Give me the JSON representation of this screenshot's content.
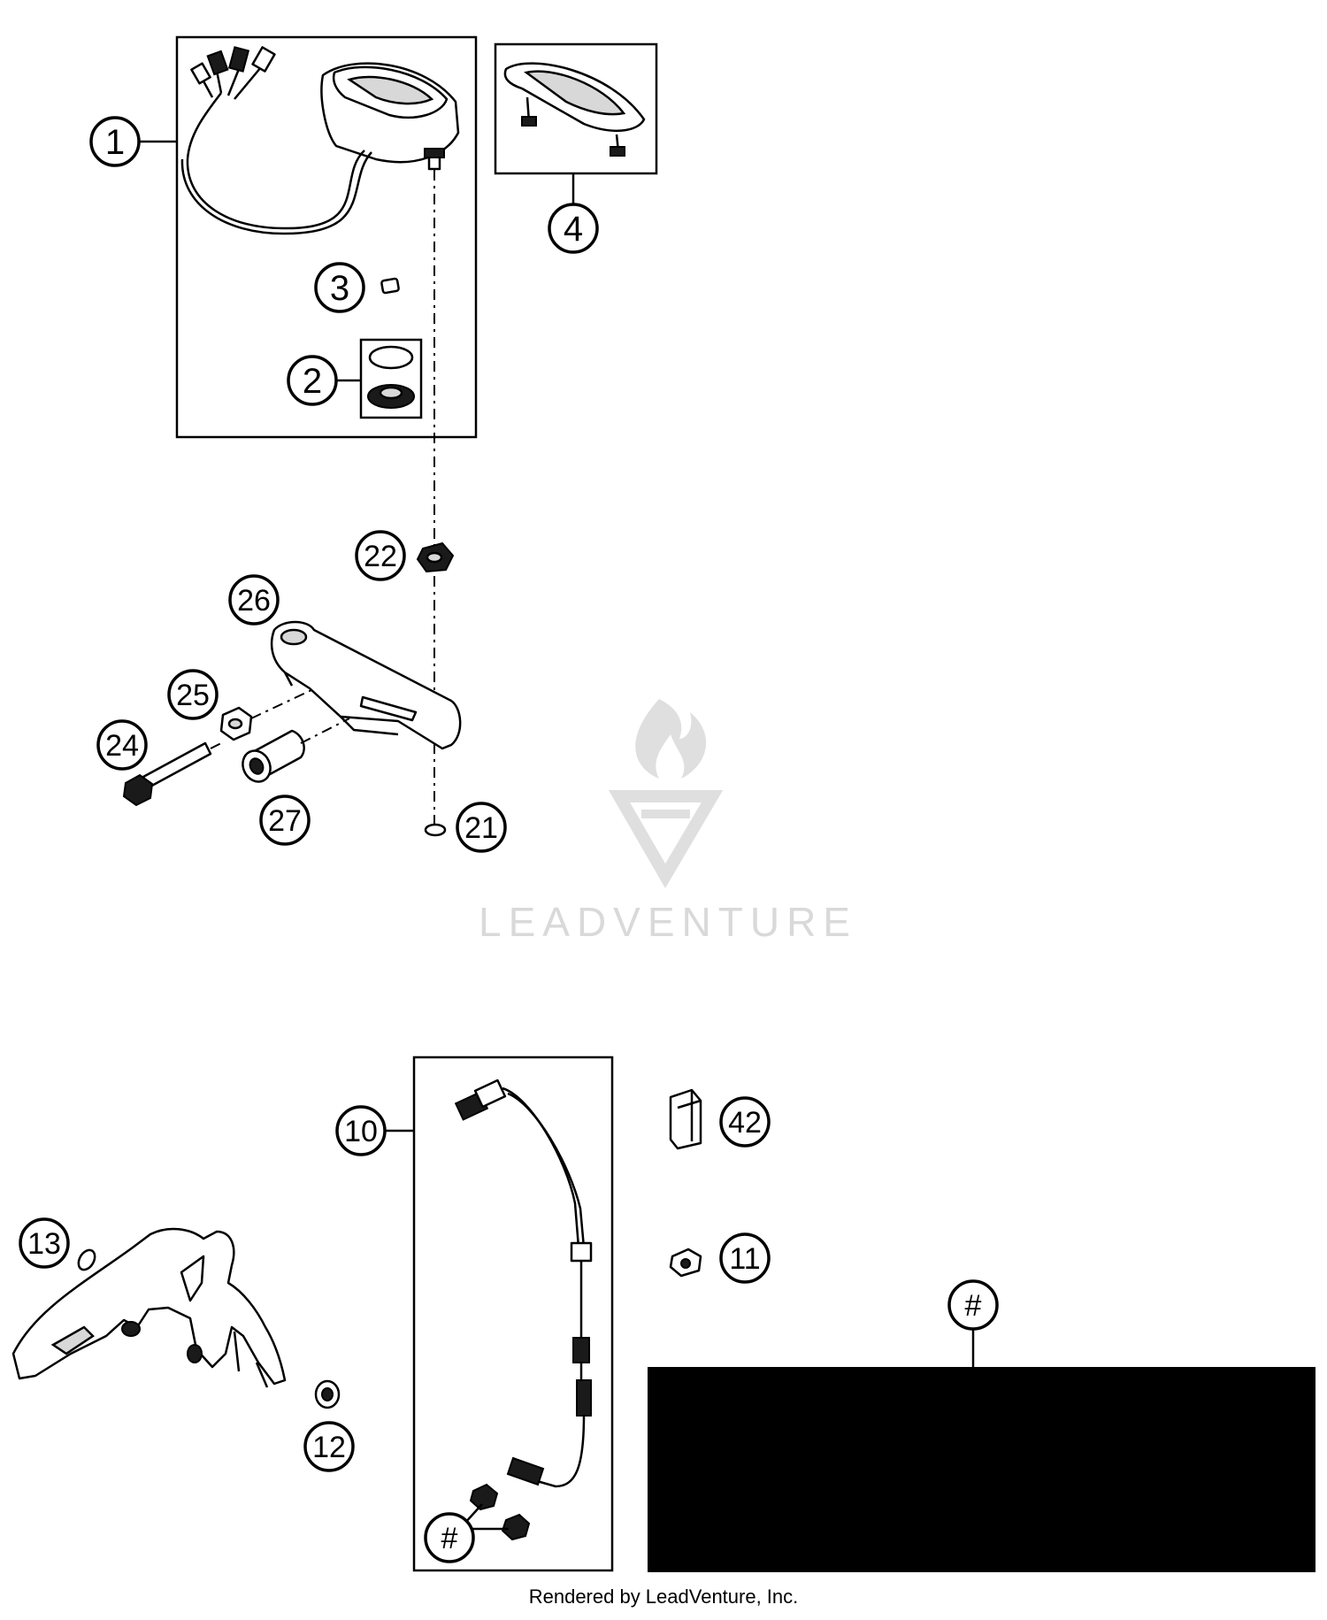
{
  "callouts": {
    "c1": "1",
    "c2": "2",
    "c3": "3",
    "c4": "4",
    "c22": "22",
    "c26": "26",
    "c25": "25",
    "c24": "24",
    "c27": "27",
    "c21": "21",
    "c10": "10",
    "c42": "42",
    "c11": "11",
    "c13": "13",
    "c12": "12",
    "hash_kit": "#",
    "hash_box": "#"
  },
  "watermark": {
    "text": "LEADVENTURE"
  },
  "footer": {
    "text": "Rendered by LeadVenture, Inc."
  },
  "colors": {
    "ink": "#000000",
    "watermark": "#d9d9d9",
    "panel": "#000000"
  }
}
